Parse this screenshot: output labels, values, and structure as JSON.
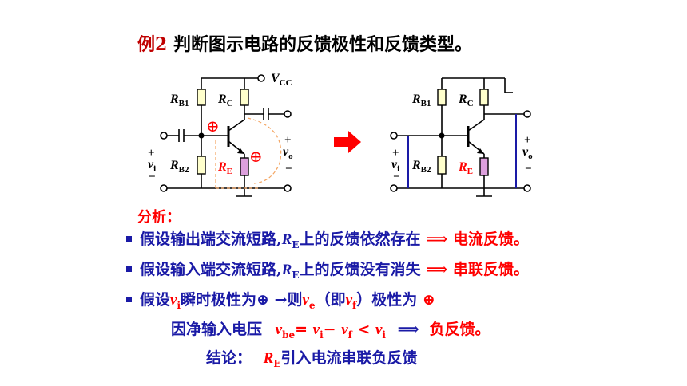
{
  "title": {
    "main": "例2",
    "sub": "判断图示电路的反馈极性和反馈类型。"
  },
  "circuit_left": {
    "vcc": "V",
    "vcc_sub": "CC",
    "rb1": "R",
    "rb1_sub": "B1",
    "rc": "R",
    "rc_sub": "C",
    "rb2": "R",
    "rb2_sub": "B2",
    "re": "R",
    "re_sub": "E",
    "vi": "v",
    "vi_sub": "i",
    "vo": "v",
    "vo_sub": "o",
    "plus": "+",
    "minus": "−",
    "oplus": "⊕"
  },
  "circuit_right": {
    "rb1": "R",
    "rb1_sub": "B1",
    "rc": "R",
    "rc_sub": "C",
    "rb2": "R",
    "rb2_sub": "B2",
    "re": "R",
    "re_sub": "E",
    "vi": "v",
    "vi_sub": "i",
    "vo": "v",
    "vo_sub": "o",
    "plus": "+",
    "minus": "−"
  },
  "analysis_label": "分析：",
  "lines": [
    {
      "pre": "假设输出端交流短路,",
      "r": "R",
      "rsub": "E",
      "mid": "上的反馈依然存在",
      "arrow": "⟹",
      "result": "电流反馈。"
    },
    {
      "pre": "假设输入端交流短路,",
      "r": "R",
      "rsub": "E",
      "mid": "上的反馈没有消失",
      "arrow": "⟹",
      "result": "串联反馈。"
    },
    {
      "pre": "假设",
      "v": "v",
      "vsub": "i",
      "a": "瞬时极性为⊕",
      "arrow": "→则",
      "v2": "v",
      "v2sub": "e",
      "b": "（即",
      "v3": "v",
      "v3sub": "f",
      "c": "）极性为",
      "d": "⊕"
    }
  ],
  "line4": {
    "pre": "因净输入电压",
    "v": "v",
    "vsub": "be",
    "eq": "=",
    "v2": "v",
    "v2sub": "i",
    "minus": "−",
    "v3": "v",
    "v3sub": "f",
    "lt": "<",
    "v4": "v",
    "v4sub": "i",
    "arrow": "⟹",
    "result": "负反馈。"
  },
  "line5": {
    "pre": "结论：",
    "r": "R",
    "rsub": "E",
    "post": "引入电流串联负反馈"
  }
}
